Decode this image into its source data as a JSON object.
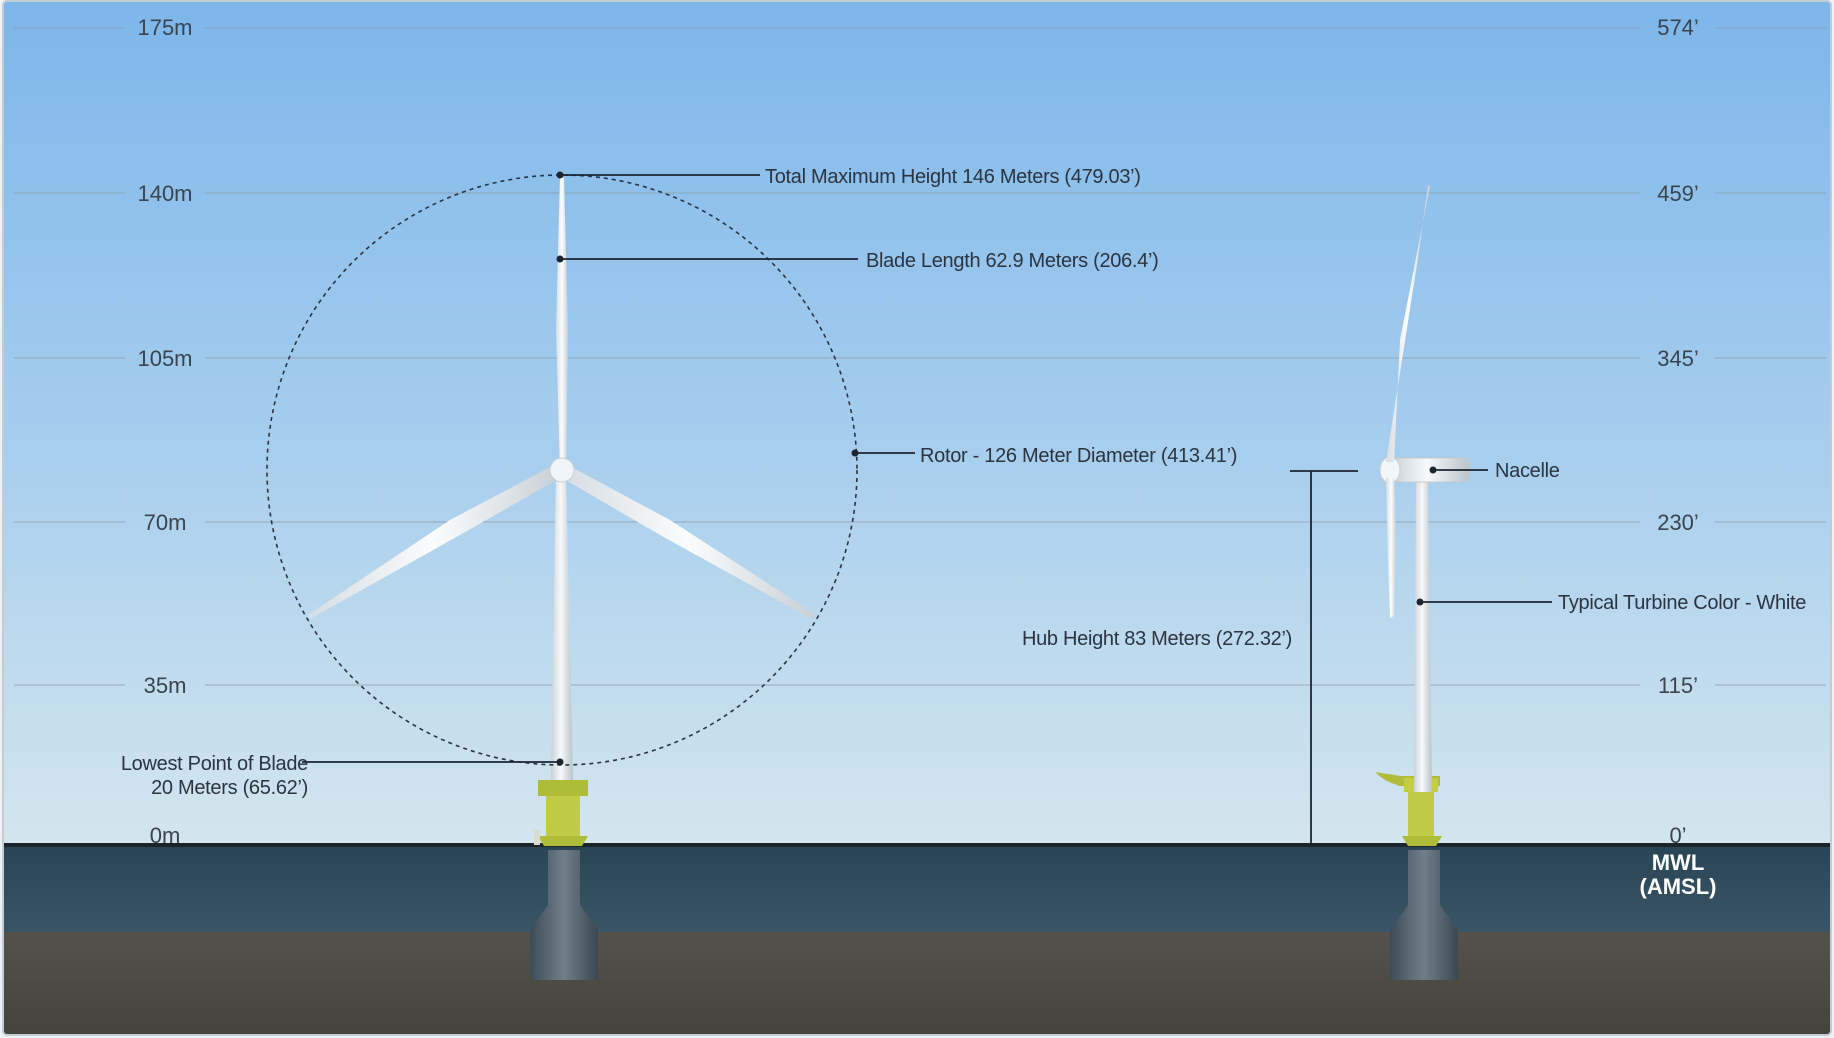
{
  "scale": {
    "meters": [
      "175m",
      "140m",
      "105m",
      "70m",
      "35m",
      "0m"
    ],
    "feet": [
      "574’",
      "459’",
      "345’",
      "230’",
      "115’",
      "0’"
    ],
    "water_label_line1": "MWL",
    "water_label_line2": "(AMSL)"
  },
  "annotations": {
    "total_height": "Total Maximum Height 146 Meters (479.03’)",
    "blade_length": "Blade Length 62.9 Meters (206.4’)",
    "rotor": "Rotor - 126 Meter Diameter (413.41’)",
    "hub_height": "Hub Height 83 Meters (272.32’)",
    "nacelle": "Nacelle",
    "turbine_color": "Typical Turbine Color - White",
    "lowest_point_line1": "Lowest Point of Blade",
    "lowest_point_line2": "20 Meters (65.62’)"
  },
  "colors": {
    "sky_top": "#7fb8ec",
    "sky_bottom": "#cfe3ee",
    "water": "#2f4859",
    "seabed": "#4a4a40",
    "turbine": "#eef2f4",
    "transition_piece": "#b7c23a"
  }
}
